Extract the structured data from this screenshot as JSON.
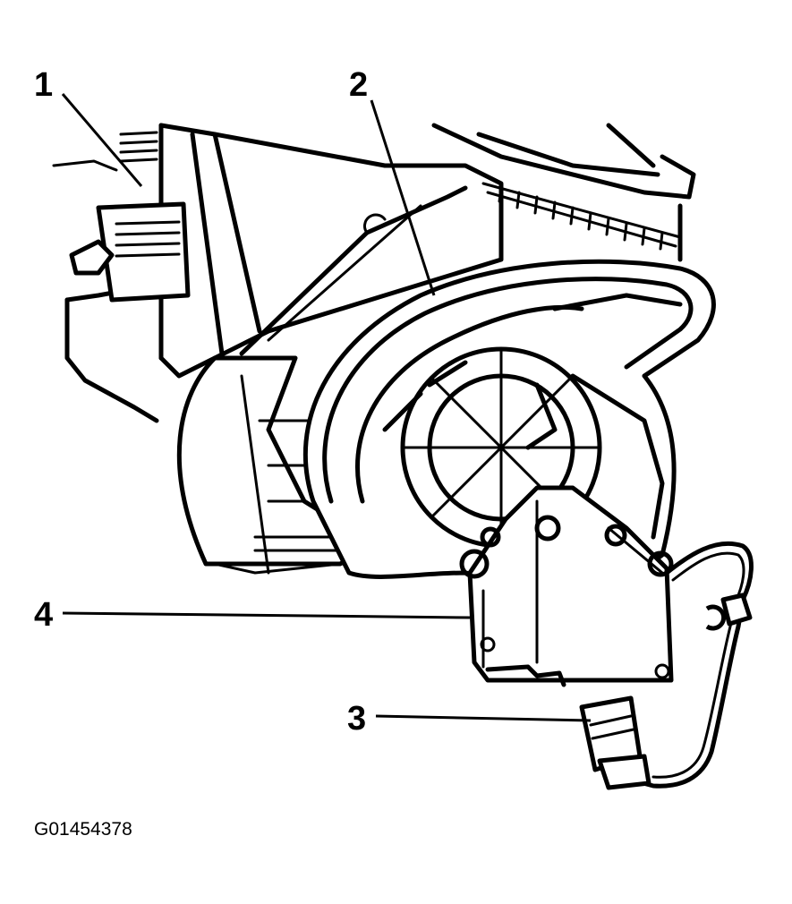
{
  "callouts": [
    {
      "id": "1",
      "label": "1"
    },
    {
      "id": "2",
      "label": "2"
    },
    {
      "id": "3",
      "label": "3"
    },
    {
      "id": "4",
      "label": "4"
    }
  ],
  "figure_id": "G01454378",
  "colors": {
    "line": "#000000",
    "background": "#ffffff"
  }
}
